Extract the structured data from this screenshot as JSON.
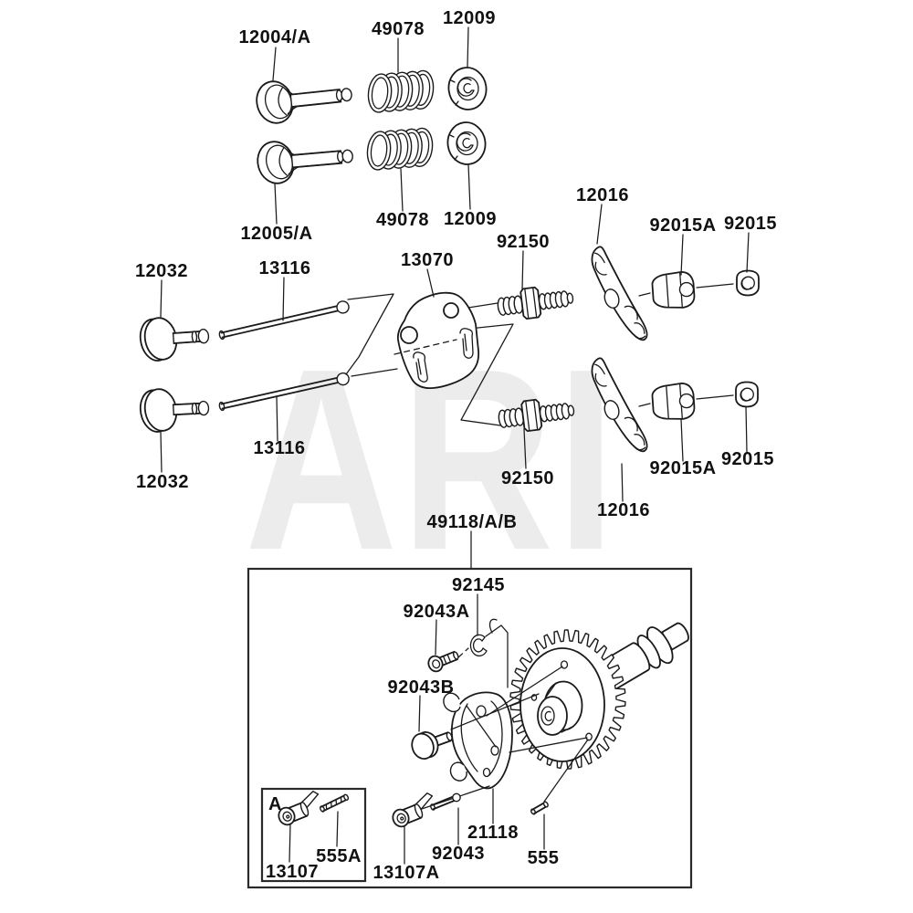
{
  "watermark": "ARI",
  "inset": {
    "label": "A"
  },
  "labels": {
    "valve_top": "12004/A",
    "valve_bottom": "12005/A",
    "spring_top": "49078",
    "spring_bottom": "49078",
    "retainer_top": "12009",
    "retainer_bottom": "12009",
    "tappet_top": "12032",
    "tappet_bottom": "12032",
    "pushrod_top": "13116",
    "pushrod_bottom": "13116",
    "guide_plate": "13070",
    "screw_top": "92150",
    "screw_bottom": "92150",
    "rocker_top": "12016",
    "rocker_bottom": "12016",
    "pivot_top": "92015A",
    "pivot_bottom": "92015A",
    "nut_top": "92015",
    "nut_bottom": "92015",
    "camshaft_assembly": "49118/A/B",
    "snap_ring": "92145",
    "bolt_92043a": "92043A",
    "pin_92043b": "92043B",
    "governor_weight": "21118",
    "pin_92043": "92043",
    "pin_555": "555",
    "pin_555a": "555A",
    "shaft_13107": "13107",
    "shaft_13107a": "13107A"
  }
}
